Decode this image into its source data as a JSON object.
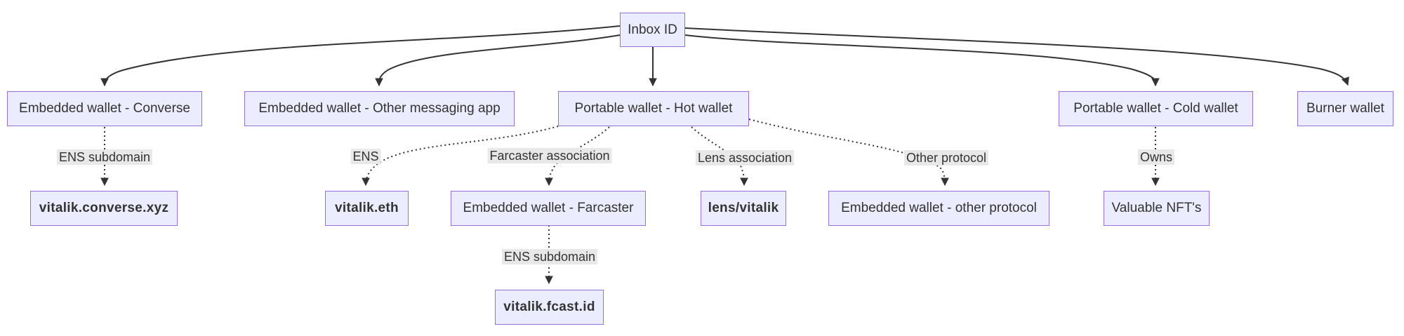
{
  "diagram": {
    "type": "flowchart",
    "direction": "top-down",
    "root": "Inbox ID"
  },
  "colors": {
    "node_fill": "#ECECFF",
    "node_border": "#9370DB",
    "edge_line": "#333333",
    "edge_label_background": "#e8e8e8",
    "text": "#333333",
    "background": "#ffffff"
  },
  "nodes": {
    "inbox": {
      "label": "Inbox ID"
    },
    "converse": {
      "label": "Embedded wallet - Converse"
    },
    "other_messaging": {
      "label": "Embedded wallet - Other messaging app"
    },
    "hot_wallet": {
      "label": "Portable wallet - Hot wallet"
    },
    "cold_wallet": {
      "label": "Portable wallet - Cold wallet"
    },
    "burner": {
      "label": "Burner wallet"
    },
    "converse_xyz": {
      "label": "vitalik.converse.xyz"
    },
    "vitalik_eth": {
      "label": "vitalik.eth"
    },
    "farcaster": {
      "label": "Embedded wallet - Farcaster"
    },
    "lens": {
      "label": "lens/vitalik"
    },
    "other_protocol_wallet": {
      "label": "Embedded wallet - other protocol"
    },
    "nfts": {
      "label": "Valuable NFT's"
    },
    "fcast": {
      "label": "vitalik.fcast.id"
    }
  },
  "edges": [
    {
      "from": "inbox",
      "to": "converse",
      "style": "solid",
      "label": ""
    },
    {
      "from": "inbox",
      "to": "other_messaging",
      "style": "solid",
      "label": ""
    },
    {
      "from": "inbox",
      "to": "hot_wallet",
      "style": "solid",
      "label": ""
    },
    {
      "from": "inbox",
      "to": "cold_wallet",
      "style": "solid",
      "label": ""
    },
    {
      "from": "inbox",
      "to": "burner",
      "style": "solid",
      "label": ""
    },
    {
      "from": "converse",
      "to": "converse_xyz",
      "style": "dotted",
      "label": "ENS subdomain"
    },
    {
      "from": "hot_wallet",
      "to": "vitalik_eth",
      "style": "dotted",
      "label": "ENS"
    },
    {
      "from": "hot_wallet",
      "to": "farcaster",
      "style": "dotted",
      "label": "Farcaster association"
    },
    {
      "from": "hot_wallet",
      "to": "lens",
      "style": "dotted",
      "label": "Lens association"
    },
    {
      "from": "hot_wallet",
      "to": "other_protocol_wallet",
      "style": "dotted",
      "label": "Other protocol"
    },
    {
      "from": "cold_wallet",
      "to": "nfts",
      "style": "dotted",
      "label": "Owns"
    },
    {
      "from": "farcaster",
      "to": "fcast",
      "style": "dotted",
      "label": "ENS subdomain"
    }
  ]
}
